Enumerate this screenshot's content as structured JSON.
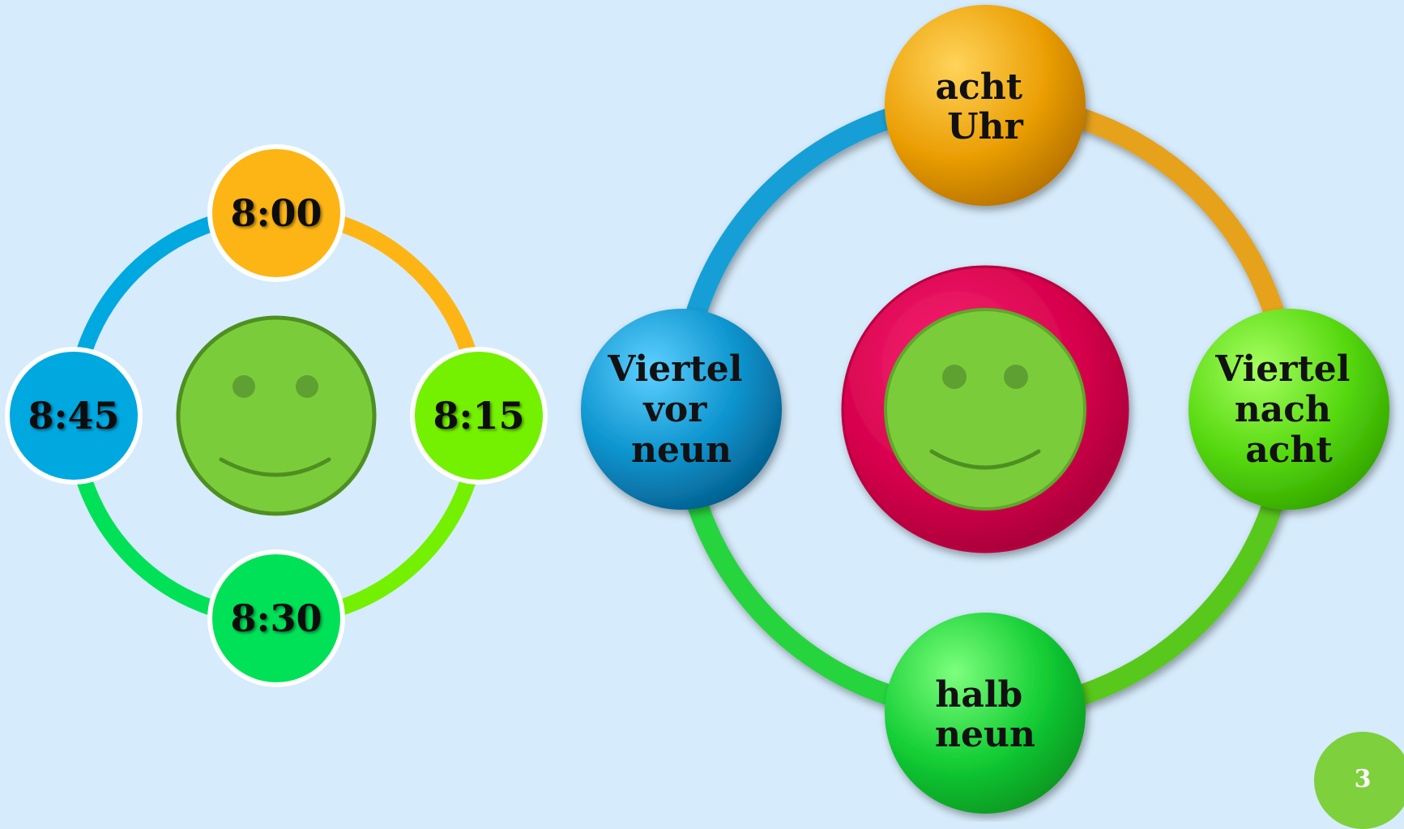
{
  "left_cycle": {
    "nodes": [
      {
        "label": "8:00",
        "color": "#fdb515"
      },
      {
        "label": "8:15",
        "color": "#74f001"
      },
      {
        "label": "8:30",
        "color": "#00e157"
      },
      {
        "label": "8:45",
        "color": "#00a8e0"
      }
    ],
    "arc_colors": [
      "#fdb515",
      "#74f001",
      "#00e157",
      "#00a8e0"
    ],
    "face_color": "#7bcc3a"
  },
  "right_cycle": {
    "nodes": [
      {
        "lines": [
          "acht",
          "Uhr"
        ],
        "color": "#f2a40a"
      },
      {
        "lines": [
          "Viertel",
          "nach",
          "acht"
        ],
        "color": "#5fe112"
      },
      {
        "lines": [
          "halb",
          "neun"
        ],
        "color": "#18d23d"
      },
      {
        "lines": [
          "Viertel",
          "vor",
          "neun"
        ],
        "color": "#0a98d2"
      }
    ],
    "arc_colors": [
      "#e7a21a",
      "#58c81a",
      "#26d43c",
      "#129fd6"
    ],
    "center_ring_color": "#e0004f",
    "face_color": "#7bcc3a"
  },
  "page_number": "3"
}
